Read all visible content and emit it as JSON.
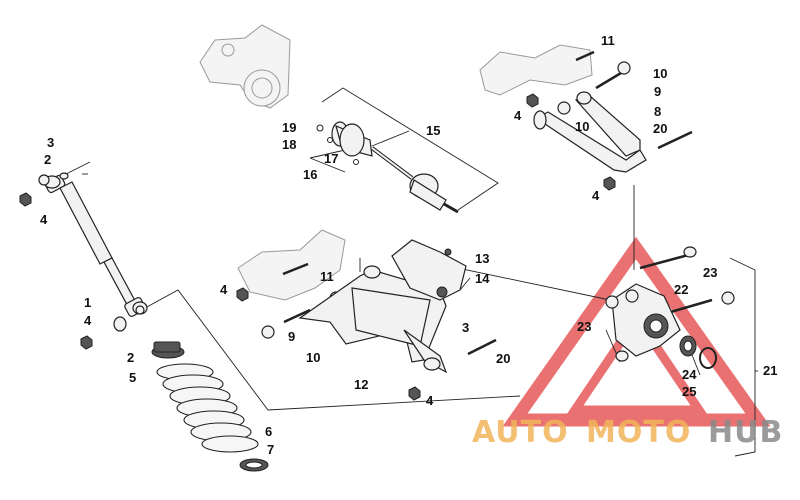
{
  "callouts": {
    "c1": "1",
    "c2a": "2",
    "c2b": "2",
    "c3a": "3",
    "c3b": "3",
    "c4a": "4",
    "c4b": "4",
    "c4c": "4",
    "c4d": "4",
    "c4e": "4",
    "c4f": "4",
    "c5": "5",
    "c6": "6",
    "c7": "7",
    "c8": "8",
    "c9a": "9",
    "c9b": "9",
    "c10a": "10",
    "c10b": "10",
    "c10c": "10",
    "c11a": "11",
    "c11b": "11",
    "c12": "12",
    "c13": "13",
    "c14": "14",
    "c15": "15",
    "c16": "16",
    "c17": "17",
    "c18": "18",
    "c19": "19",
    "c20a": "20",
    "c20b": "20",
    "c21": "21",
    "c22": "22",
    "c23a": "23",
    "c23b": "23",
    "c24": "24",
    "c25": "25"
  },
  "watermark": {
    "word1": "AUTO",
    "word2": "MOTO",
    "word3": "HUB",
    "colors": {
      "auto": "#f2b45a",
      "moto": "#f2b45a",
      "hub": "#8a8a8a",
      "triangle": "#e23b3b"
    }
  },
  "icons": [
    "shock-absorber-icon",
    "coil-spring-icon",
    "drive-axle-icon",
    "a-arm-icon",
    "bracket-icon",
    "bolt-icon",
    "nut-icon",
    "bushing-icon",
    "washer-icon"
  ]
}
